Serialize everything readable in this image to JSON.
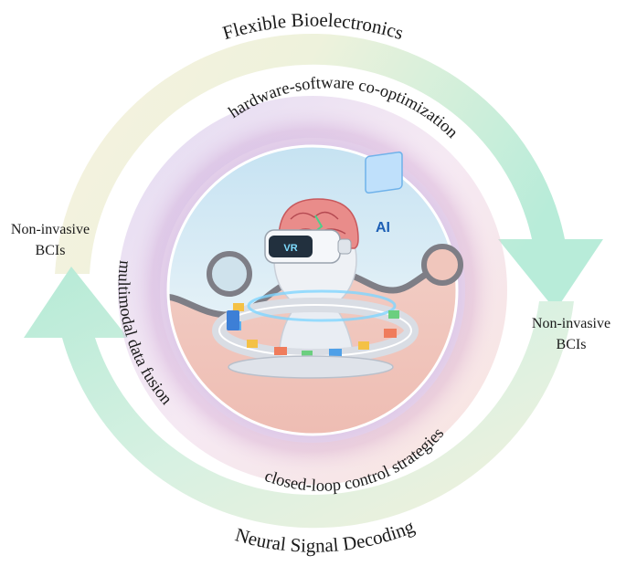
{
  "outer_cycle": {
    "top_label": "Flexible Bioelectronics",
    "bottom_label": "Neural Signal Decoding",
    "left_label_line1": "Non-invasive",
    "left_label_line2": "BCIs",
    "right_label_line1": "Non-invasive",
    "right_label_line2": "BCIs"
  },
  "inner_ring": {
    "top_label": "hardware-software co-optimization",
    "left_label": "multimodal data fusion",
    "bottom_label": "closed-loop control strategies"
  },
  "illustration": {
    "headset_text": "VR",
    "ai_panel_text": "AI"
  },
  "colors": {
    "top_arrow_start": "#f5f0dc",
    "top_arrow_end": "#bfeedd",
    "bottom_arrow": "#c8eedf",
    "ring_purple": "#d5c2e6",
    "ring_pink": "#f0c8c2",
    "yin_blue": "#d3e8f3",
    "yang_pink": "#f1cdc4"
  }
}
